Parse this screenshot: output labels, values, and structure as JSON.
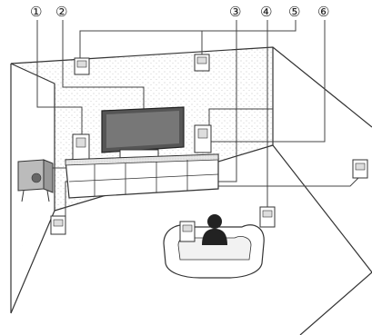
{
  "diagram": {
    "callouts": [
      {
        "number": "①"
      },
      {
        "number": "②"
      },
      {
        "number": "③"
      },
      {
        "number": "④"
      },
      {
        "number": "⑤"
      },
      {
        "number": "⑥"
      }
    ]
  }
}
